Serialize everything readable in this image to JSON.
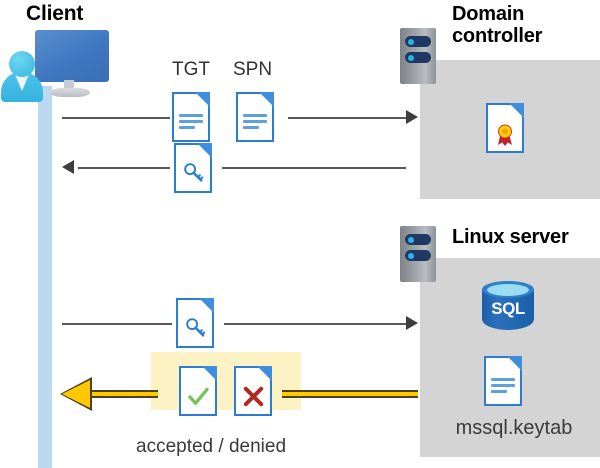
{
  "diagram": {
    "title_client": "Client",
    "title_domain_controller": "Domain controller",
    "title_linux_server": "Linux server",
    "labels": {
      "tgt": "TGT",
      "spn": "SPN",
      "keytab_file": "mssql.keytab",
      "accepted_denied": "accepted / denied",
      "sql": "SQL"
    },
    "icons": {
      "client_workstation": "user-workstation-icon",
      "domain_controller_rack": "server-rack-icon",
      "linux_server_rack": "server-rack-icon",
      "tgt_document": "document-icon",
      "spn_document": "document-icon",
      "ticket_key_document_1": "key-document-icon",
      "ticket_key_document_2": "key-document-icon",
      "certificate_document": "certificate-document-icon",
      "sql_database": "sql-database-icon",
      "keytab_document": "document-icon",
      "accepted_document": "check-document-icon",
      "denied_document": "x-document-icon"
    },
    "flows": [
      {
        "name": "client-to-dc-request",
        "direction": "right",
        "carries": "TGT + SPN"
      },
      {
        "name": "dc-to-client-ticket",
        "direction": "left",
        "carries": "service ticket"
      },
      {
        "name": "client-to-linux-ticket",
        "direction": "right",
        "carries": "service ticket"
      },
      {
        "name": "linux-to-client-result",
        "direction": "left",
        "carries": "accepted / denied"
      }
    ],
    "colors": {
      "panel_gray": "#d4d4d4",
      "lifeline_blue": "#bcd9f2",
      "highlight_yellow": "#fdf2c4",
      "gold_line": "#ffc800",
      "doc_blue": "#2b7cd3",
      "accept_green": "#78c257",
      "deny_red": "#c0392b",
      "sql_blue": "#1d5fa8"
    }
  }
}
